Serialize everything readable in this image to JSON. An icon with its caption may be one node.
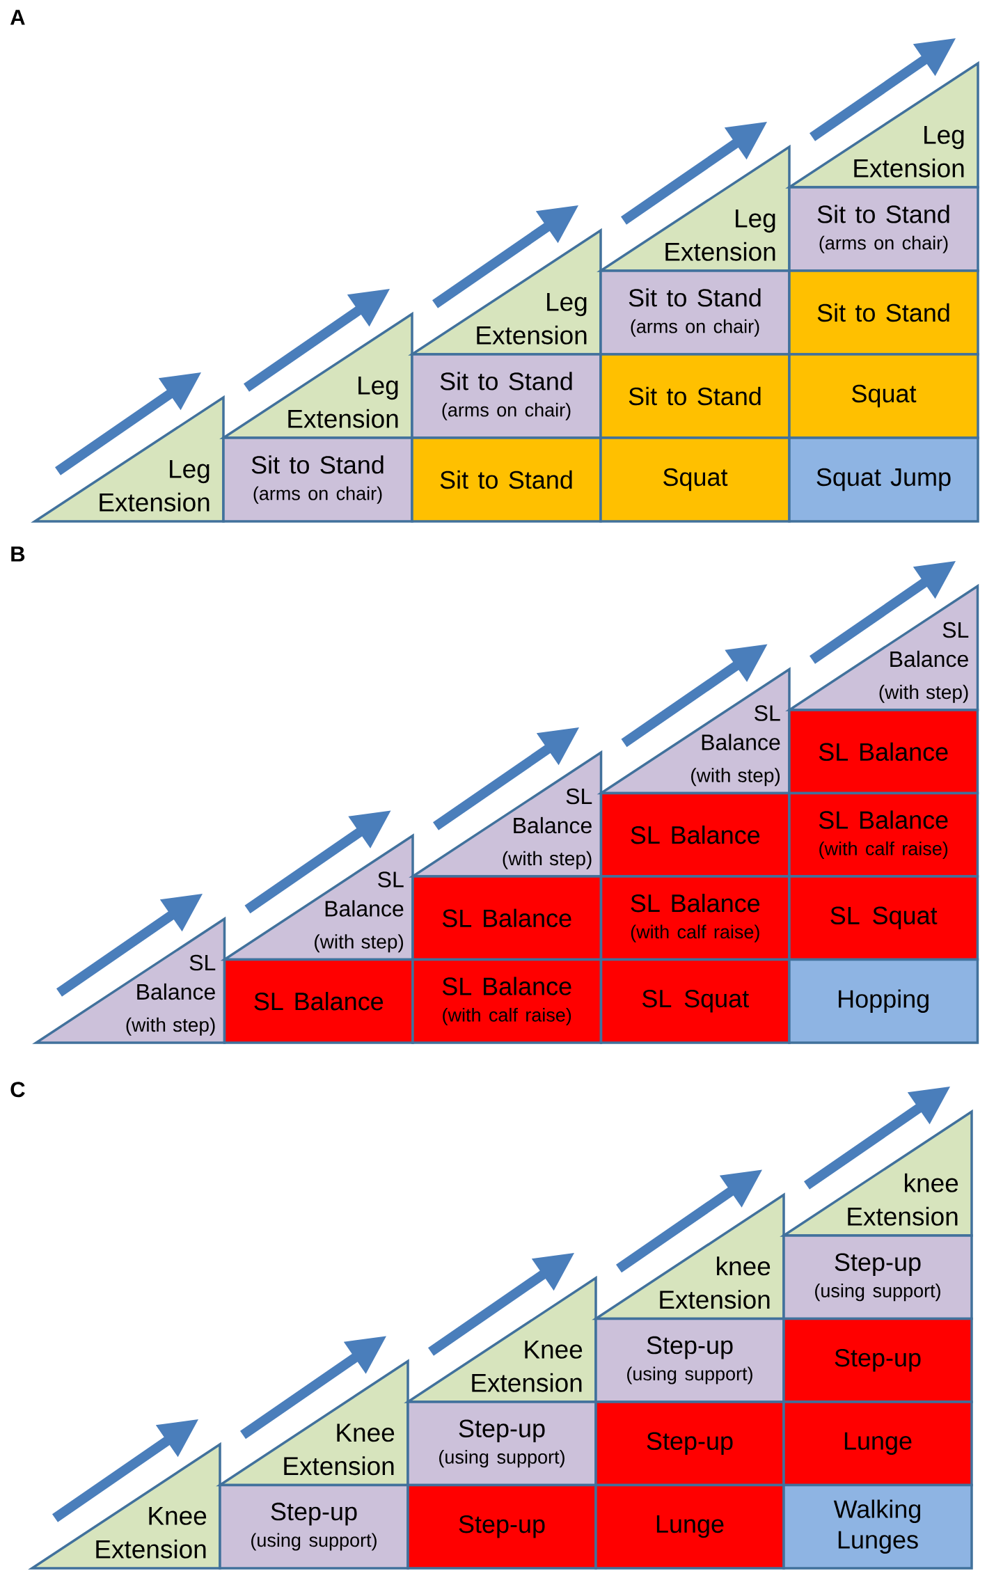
{
  "diagram": {
    "nodes": [
      {
        "text": [
          "Leg Extension"
        ]
      },
      {
        "text": [
          "Leg Extension"
        ]
      },
      {
        "text": [
          "Sit to Stand",
          "(arms on chair)"
        ]
      },
      {
        "text": [
          "Leg Extension"
        ]
      },
      {
        "text": [
          "Sit to Stand",
          "(arms on chair)"
        ]
      },
      {
        "text": [
          "Sit to Stand"
        ]
      },
      {
        "text": [
          "Leg Extension"
        ]
      },
      {
        "text": [
          "Sit to Stand",
          "(arms on chair)"
        ]
      },
      {
        "text": [
          "Sit to Stand"
        ]
      },
      {
        "text": [
          "Squat"
        ]
      },
      {
        "text": [
          "Leg Extension"
        ]
      },
      {
        "text": [
          "Sit to Stand",
          "(arms on chair)"
        ]
      },
      {
        "text": [
          "Sit to Stand"
        ]
      },
      {
        "text": [
          "Squat"
        ]
      },
      {
        "text": [
          "Squat Jump"
        ]
      },
      {
        "text": [
          "SL Balance",
          "(with step)"
        ]
      },
      {
        "text": [
          "SL Balance",
          "(with step)"
        ]
      },
      {
        "text": [
          "SL Balance"
        ]
      },
      {
        "text": [
          "SL Balance",
          "(with step)"
        ]
      },
      {
        "text": [
          "SL Balance"
        ]
      },
      {
        "text": [
          "SL Balance",
          "(with calf raise)"
        ]
      },
      {
        "text": [
          "SL Balance",
          "(with step)"
        ]
      },
      {
        "text": [
          "SL Balance"
        ]
      },
      {
        "text": [
          "SL Balance",
          "(with calf raise)"
        ]
      },
      {
        "text": [
          "SL Squat"
        ]
      },
      {
        "text": [
          "SL Balance",
          "(with step)"
        ]
      },
      {
        "text": [
          "SL Balance"
        ]
      },
      {
        "text": [
          "SL Balance",
          "(with calf raise)"
        ]
      },
      {
        "text": [
          "SL Squat"
        ]
      },
      {
        "text": [
          "Hopping"
        ]
      },
      {
        "text": [
          "Knee Extension"
        ]
      },
      {
        "text": [
          "Knee Extension"
        ]
      },
      {
        "text": [
          "Step-up",
          "(using support)"
        ]
      },
      {
        "text": [
          "Knee Extension"
        ]
      },
      {
        "text": [
          "Step-up",
          "(using support)"
        ]
      },
      {
        "text": [
          "Step-up"
        ]
      },
      {
        "text": [
          "knee Extension"
        ]
      },
      {
        "text": [
          "Step-up",
          "(using support)"
        ]
      },
      {
        "text": [
          "Step-up"
        ]
      },
      {
        "text": [
          "Lunge"
        ]
      },
      {
        "text": [
          "knee Extension"
        ]
      },
      {
        "text": [
          "Step-up",
          "(using support)"
        ]
      },
      {
        "text": [
          "Step-up"
        ]
      },
      {
        "text": [
          "Lunge"
        ]
      },
      {
        "text": [
          "Walking Lunges"
        ]
      }
    ],
    "labels": [
      "A",
      "B",
      "C"
    ]
  }
}
